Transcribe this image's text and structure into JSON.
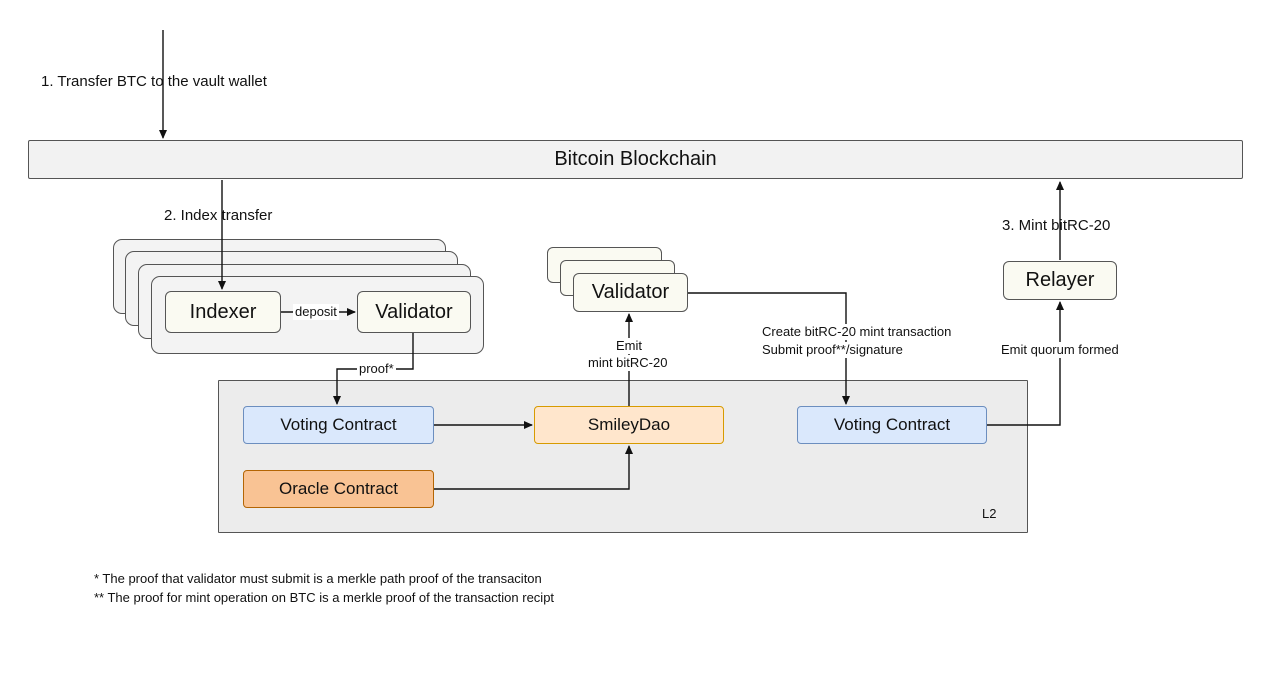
{
  "step1_label": "1. Transfer  BTC to the vault wallet",
  "blockchain_label": "Bitcoin Blockchain",
  "step2_label": "2. Index transfer",
  "indexer_label": "Indexer",
  "deposit_label": "deposit",
  "validator_left_label": "Validator",
  "proof_label": "proof*",
  "validator_mid_label": "Validator",
  "emit_mint_label_line1": "Emit",
  "emit_mint_label_line2": "mint bitRC-20",
  "create_tx_label_line1": "Create bitRC-20 mint transaction",
  "create_tx_label_line2": "Submit proof**/signature",
  "step3_label": "3. Mint bitRC-20",
  "relayer_label": "Relayer",
  "emit_quorum_label": "Emit quorum formed",
  "l2_label": "L2",
  "voting_contract_left_label": "Voting Contract",
  "smileydao_label": "SmileyDao",
  "voting_contract_right_label": "Voting Contract",
  "oracle_contract_label": "Oracle Contract",
  "footnote1": "*  The proof that validator must submit is a merkle path proof of the transaciton",
  "footnote2": "** The proof for mint operation on BTC is a merkle proof of the transaction recipt"
}
